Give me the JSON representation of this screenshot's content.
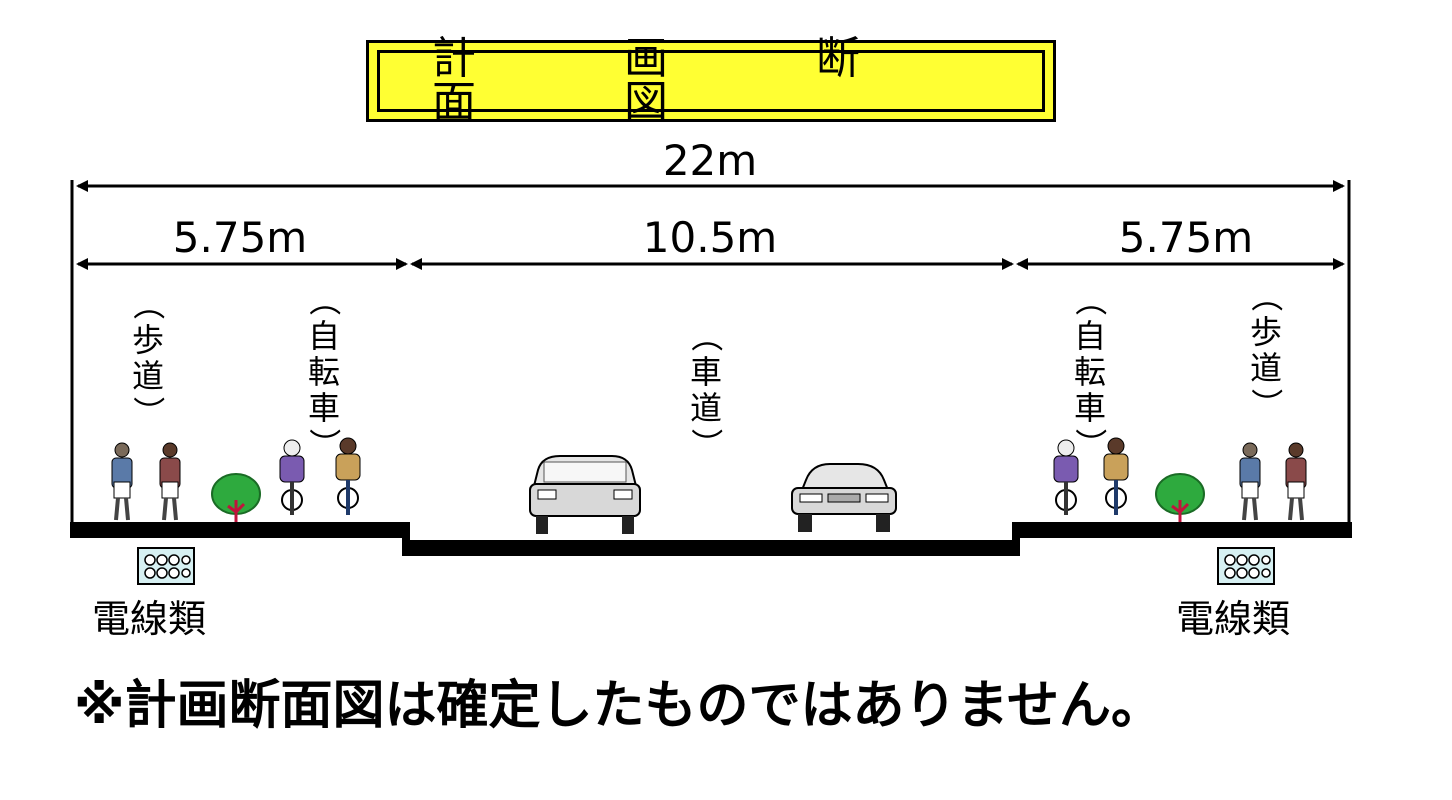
{
  "title": "計　画　断　面　図",
  "dimensions": {
    "total": "22m",
    "left_side": "5.75m",
    "center": "10.5m",
    "right_side": "5.75m"
  },
  "zones": {
    "left_sidewalk": [
      "（",
      "歩",
      "道",
      "）"
    ],
    "left_bike": [
      "（",
      "自",
      "転",
      "車",
      "）"
    ],
    "roadway": [
      "（",
      "車",
      "道",
      "）"
    ],
    "right_bike": [
      "（",
      "自",
      "転",
      "車",
      "）"
    ],
    "right_sidewalk": [
      "（",
      "歩",
      "道",
      "）"
    ]
  },
  "cable_label_left": "電線類",
  "cable_label_right": "電線類",
  "note": "※計画断面図は確定したものではありません。",
  "colors": {
    "title_fill": "#ffff33",
    "ground": "#000000",
    "bush": "#2eaa3e",
    "bush_trunk": "#c0143c",
    "cable_box": "#d6f0f2",
    "cyclist_shirt": "#7a5bb0",
    "pedestrian_shirt": "#5a7aa8"
  }
}
